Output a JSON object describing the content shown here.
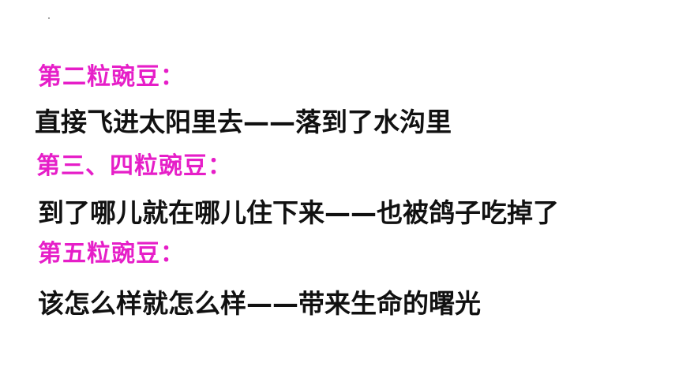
{
  "colors": {
    "heading": "#e61ec8",
    "text": "#111111",
    "background": "#ffffff"
  },
  "sections": [
    {
      "heading": "第二粒豌豆：",
      "statement": "直接飞进太阳里去——落到了水沟里"
    },
    {
      "heading": "第三、四粒豌豆：",
      "statement": "到了哪儿就在哪儿住下来——也被鸽子吃掉了"
    },
    {
      "heading": "第五粒豌豆：",
      "statement": "该怎么样就怎么样——带来生命的曙光"
    }
  ]
}
